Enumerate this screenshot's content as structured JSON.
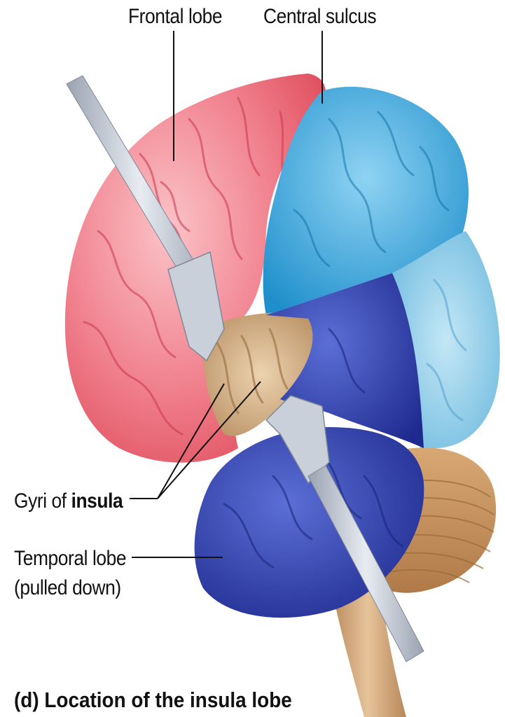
{
  "labels": {
    "frontal_lobe": "Frontal lobe",
    "central_sulcus": "Central sulcus",
    "gyri_prefix": "Gyri of ",
    "gyri_bold": "insula",
    "temporal_line1": "Temporal lobe",
    "temporal_line2": "(pulled down)"
  },
  "caption": "(d) Location of the insula lobe",
  "colors": {
    "frontal": "#f06a7a",
    "parietal": "#3aa9dc",
    "occipital": "#7cc6e6",
    "temporal": "#2f3fae",
    "insula": "#d8b78c",
    "cerebellum": "#c9935f",
    "retractor": "#b8c0cc"
  }
}
